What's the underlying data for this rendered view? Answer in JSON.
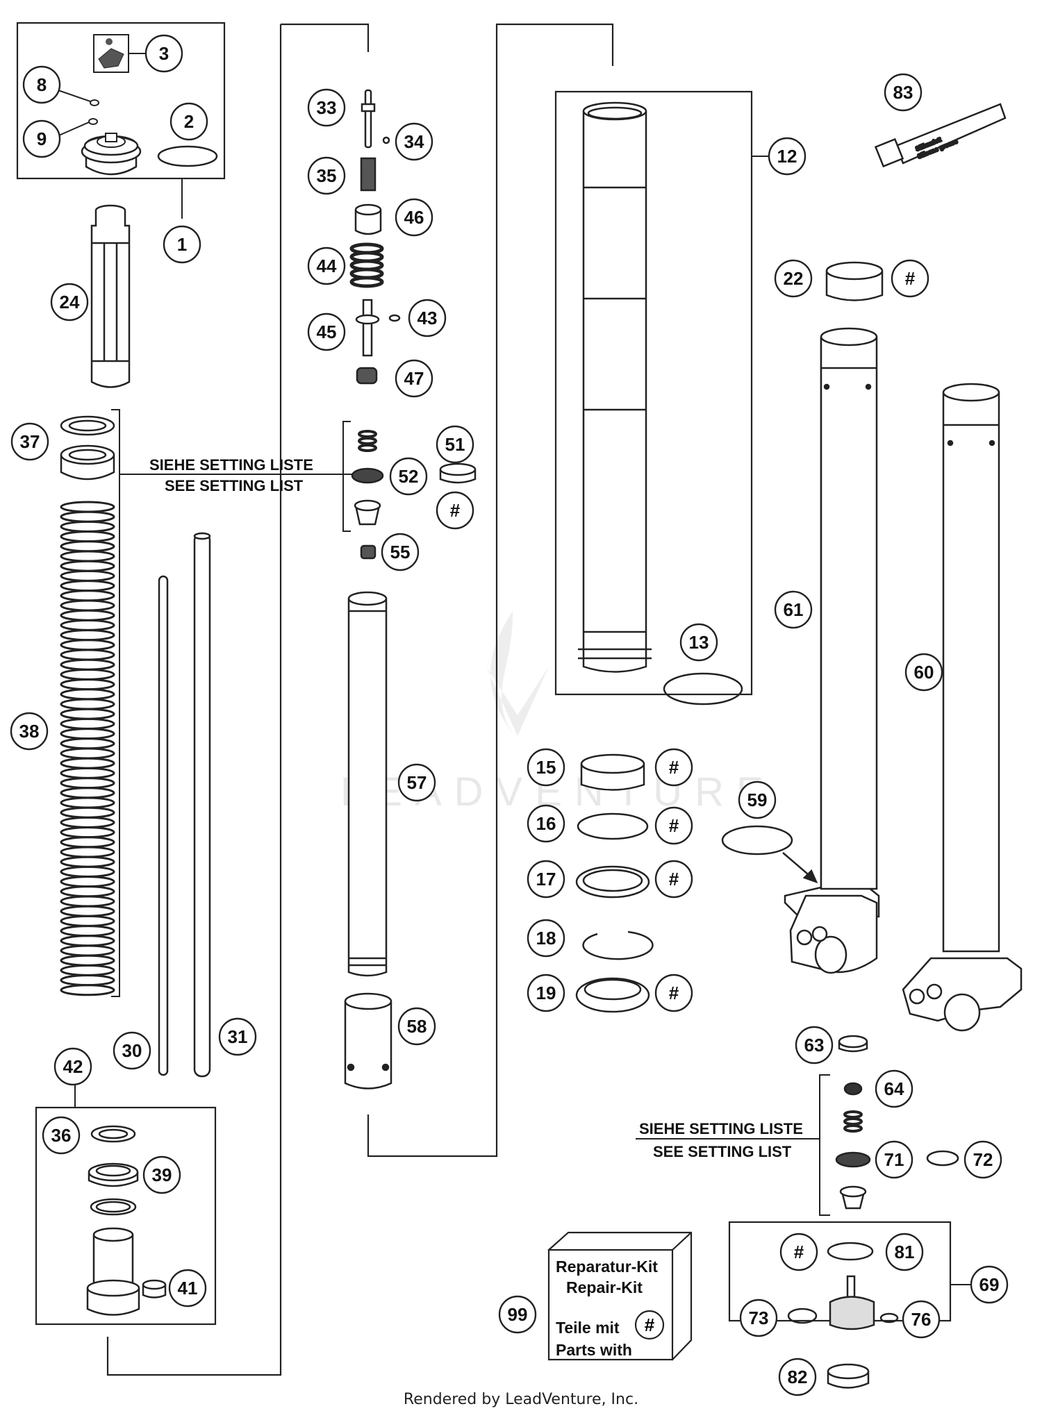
{
  "callouts": {
    "c1": "1",
    "c2": "2",
    "c3": "3",
    "c8": "8",
    "c9": "9",
    "c12": "12",
    "c13": "13",
    "c15": "15",
    "c16": "16",
    "c17": "17",
    "c18": "18",
    "c19": "19",
    "c22": "22",
    "c24": "24",
    "c30": "30",
    "c31": "31",
    "c33": "33",
    "c34": "34",
    "c35": "35",
    "c36": "36",
    "c37": "37",
    "c38": "38",
    "c39": "39",
    "c41": "41",
    "c42": "42",
    "c43": "43",
    "c44": "44",
    "c45": "45",
    "c46": "46",
    "c47": "47",
    "c51": "51",
    "c52": "52",
    "c55": "55",
    "c57": "57",
    "c58": "58",
    "c59": "59",
    "c60": "60",
    "c61": "61",
    "c63": "63",
    "c64": "64",
    "c69": "69",
    "c71": "71",
    "c72": "72",
    "c73": "73",
    "c76": "76",
    "c81": "81",
    "c82": "82",
    "c83": "83",
    "c99": "99",
    "hash": "#"
  },
  "notes": {
    "setting_de": "SIEHE SETTING LISTE",
    "setting_en": "SEE SETTING LIST"
  },
  "repair_kit": {
    "line1": "Reparatur-Kit",
    "line2": "Repair-Kit",
    "line3": "Teile mit",
    "line4": "Parts with",
    "symbol": "#"
  },
  "tube_label": {
    "line1": "Silikonfett",
    "line2": "Silicone grease"
  },
  "watermark": "LEADVENTURE",
  "footer": "Rendered by LeadVenture, Inc."
}
